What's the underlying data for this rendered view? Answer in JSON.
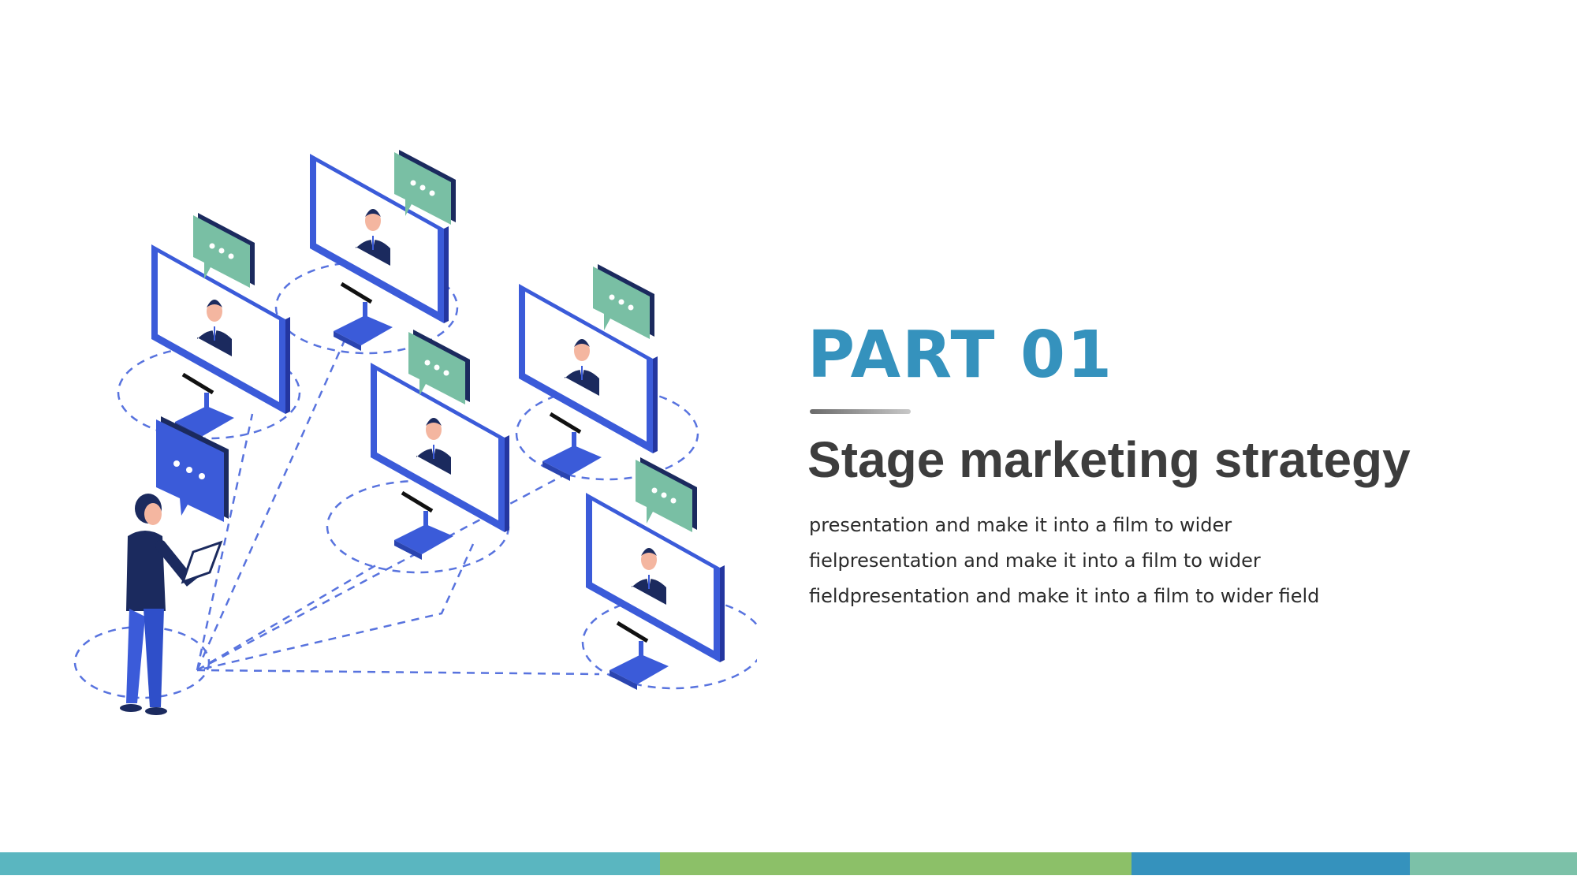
{
  "part_label": "PART 01",
  "headline": "Stage marketing strategy",
  "body_lines": [
    "presentation and make it into a film to wider",
    "fielpresentation and make it into a film to wider",
    "fieldpresentation and make it into a film to wider field"
  ],
  "colors": {
    "accent": "#3592bd",
    "headline": "#3d3d3d",
    "monitor_blue": "#3b5bd9",
    "bubble_green": "#79bfa4",
    "dark_navy": "#1b2a5e",
    "bar_segments": [
      "#5ab6c0",
      "#8cc068",
      "#3592bd",
      "#7cc1a8"
    ]
  },
  "icons": [
    "video-call-monitor-icon",
    "chat-bubble-icon",
    "person-with-tablet-icon"
  ]
}
